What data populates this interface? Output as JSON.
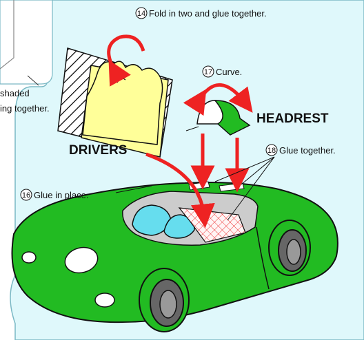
{
  "steps": [
    {
      "num": "14",
      "text": "Fold in two and glue together."
    },
    {
      "num": "16",
      "text": "Glue in place."
    },
    {
      "num": "17",
      "text": "Curve."
    },
    {
      "num": "18",
      "text": "Glue together."
    }
  ],
  "labels": {
    "headrest": "HEADREST",
    "drivers": "DRIVERS",
    "partial_line1": "shaded",
    "partial_line2": "ing together."
  },
  "colors": {
    "background": "#dff8fb",
    "car_body": "#22bb22",
    "paper": "#ffff99",
    "arrow": "#ee2222",
    "wheel": "#666666",
    "windshield": "#66ddee"
  }
}
